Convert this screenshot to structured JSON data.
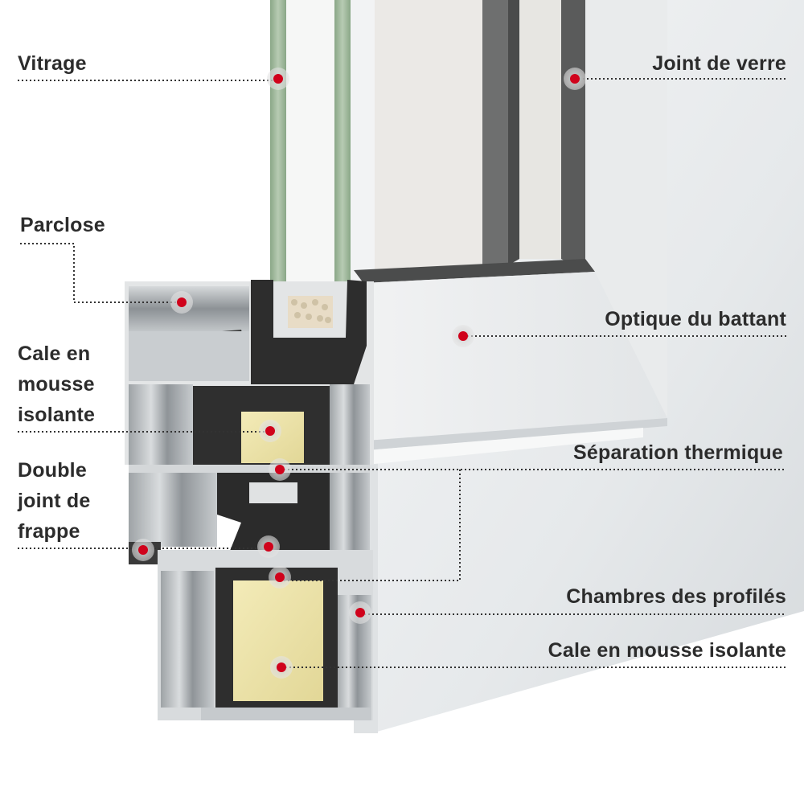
{
  "labels": {
    "vitrage": "Vitrage",
    "joint_verre": "Joint de verre",
    "parclose": "Parclose",
    "optique_battant": "Optique du battant",
    "cale_mousse_1": [
      "Cale en",
      "mousse",
      "isolante"
    ],
    "separation_thermique": "Séparation thermique",
    "double_joint": [
      "Double",
      "joint de",
      "frappe"
    ],
    "chambres_profiles": "Chambres des profilés",
    "cale_mousse_2": "Cale en mousse isolante"
  },
  "colors": {
    "marker": "#d0021b",
    "marker_halo": "#d9d9d9",
    "leader": "#333333",
    "text": "#2c2c2c",
    "frame_light": "#eceff1",
    "frame_shadow": "#c4c8cb",
    "gasket": "#2a2a2a",
    "glass": "#9fb79a",
    "foam": "#ece3a9",
    "spacer_beads": "#e8dcc6",
    "aluminium": "#b5babd"
  }
}
